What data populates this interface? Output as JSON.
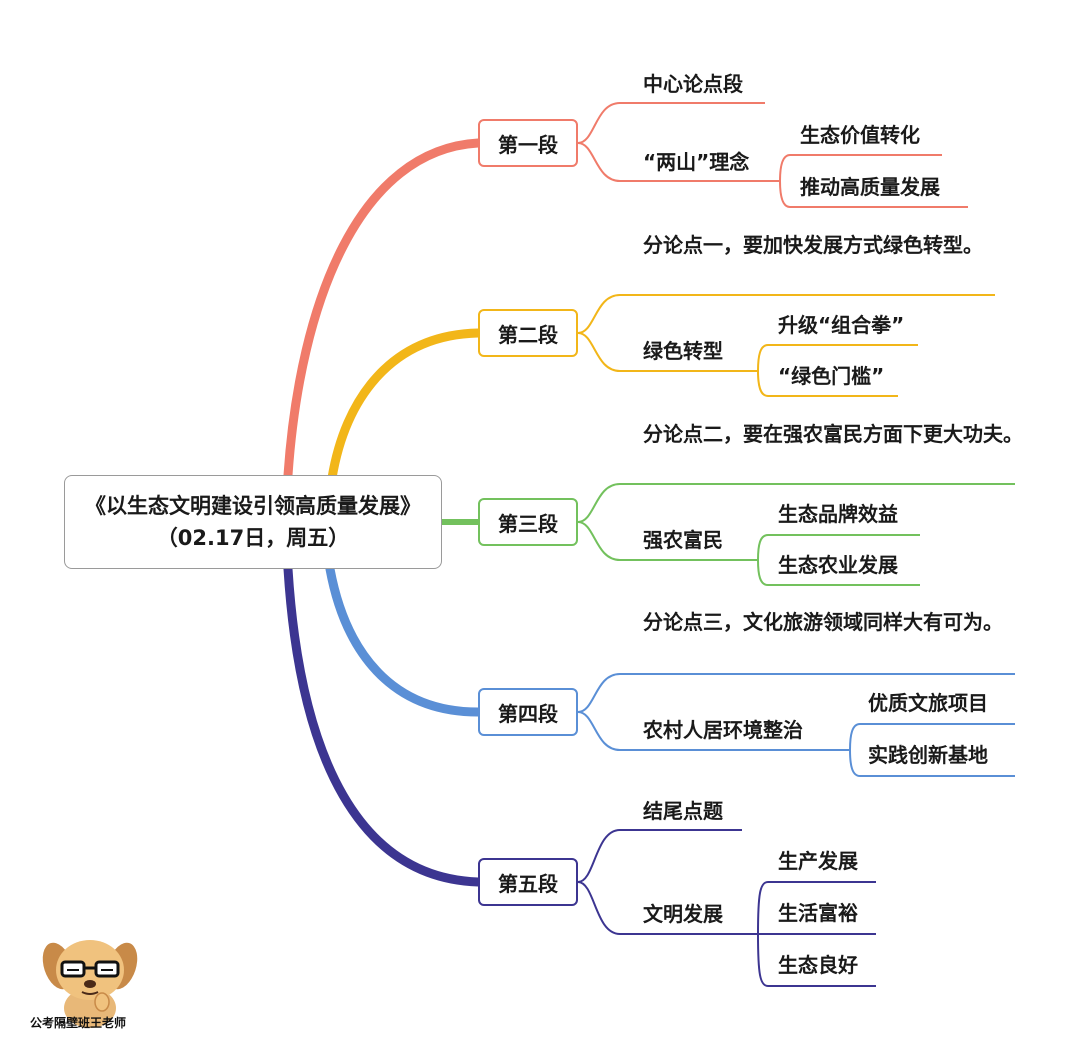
{
  "root": {
    "title": "《以生态文明建设引领高质量发展》（02.17日，周五）"
  },
  "colors": {
    "s1": "#f07b6a",
    "s2": "#f2b619",
    "s3": "#73c15d",
    "s4": "#5a8fd6",
    "s5": "#3c3591"
  },
  "sections": [
    {
      "label": "第一段",
      "top_text": "中心论点段",
      "sub_label": "“两山”理念",
      "leaves": [
        "生态价值转化",
        "推动高质量发展"
      ]
    },
    {
      "label": "第二段",
      "top_text": "分论点一，要加快发展方式绿色转型。",
      "sub_label": "绿色转型",
      "leaves": [
        "升级“组合拳”",
        "“绿色门槛”"
      ]
    },
    {
      "label": "第三段",
      "top_text": "分论点二，要在强农富民方面下更大功夫。",
      "sub_label": "强农富民",
      "leaves": [
        "生态品牌效益",
        "生态农业发展"
      ]
    },
    {
      "label": "第四段",
      "top_text": "分论点三，文化旅游领域同样大有可为。",
      "sub_label": "农村人居环境整治",
      "leaves": [
        "优质文旅项目",
        "实践创新基地"
      ]
    },
    {
      "label": "第五段",
      "top_text": "结尾点题",
      "sub_label": "文明发展",
      "leaves": [
        "生产发展",
        "生活富裕",
        "生态良好"
      ]
    }
  ],
  "watermark": "公考隔壁班王老师"
}
